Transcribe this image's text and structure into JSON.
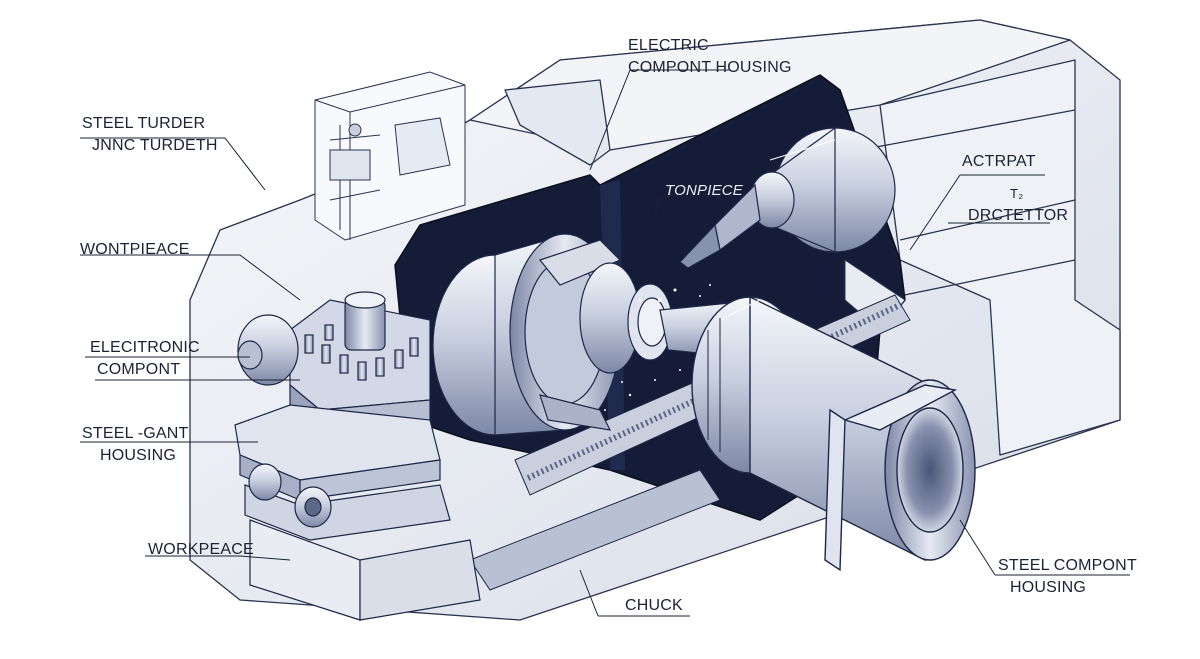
{
  "labels": {
    "steel_turder": [
      "STEEL TURDER",
      "JNNC TURDETH"
    ],
    "electric_housing": [
      "ELECTRIC",
      "COMPONT HOUSING"
    ],
    "tonpiece": "TONPIECE",
    "actrpat": "ACTRPAT",
    "t2": "T₂",
    "drctettor": "DRCTETTOR",
    "wontpieace": "WONTPIEACE",
    "electronic_compont": [
      "ELECITRONIC",
      "COMPONT"
    ],
    "steel_gant": [
      "STEEL -GANT",
      "HOUSING"
    ],
    "workpeace": "WORKPEACE",
    "chuck": "CHUCK",
    "steel_compont_housing": [
      "STEEL COMPONT",
      "HOUSING"
    ]
  },
  "colors": {
    "ink": "#1b2233",
    "housing_dark": "#141c38",
    "steel_light": "#e8ecf4",
    "steel_mid": "#b9c2d6",
    "steel_dark": "#6c7898"
  }
}
